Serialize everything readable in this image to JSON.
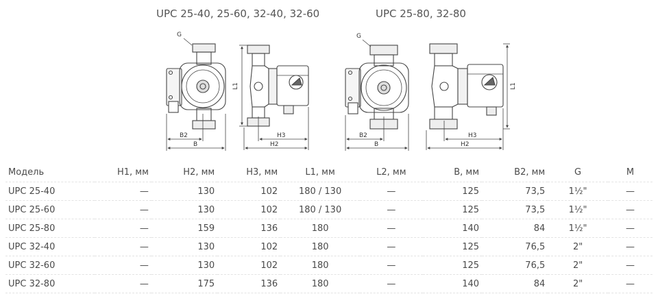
{
  "captions": {
    "left": "UPC 25-40, 25-60, 32-40, 32-60",
    "right": "UPC 25-80, 32-80"
  },
  "drawing_labels": {
    "g": "G",
    "l1": "L1",
    "b2": "B2",
    "b": "B",
    "h3": "H3",
    "h2": "H2"
  },
  "table": {
    "headers": [
      "Модель",
      "H1, мм",
      "H2, мм",
      "H3, мм",
      "L1, мм",
      "L2, мм",
      "B, мм",
      "B2, мм",
      "G",
      "M"
    ],
    "rows": [
      [
        "UPC 25-40",
        "—",
        "130",
        "102",
        "180 / 130",
        "—",
        "125",
        "73,5",
        "1½\"",
        "—"
      ],
      [
        "UPC 25-60",
        "—",
        "130",
        "102",
        "180 / 130",
        "—",
        "125",
        "73,5",
        "1½\"",
        "—"
      ],
      [
        "UPC 25-80",
        "—",
        "159",
        "136",
        "180",
        "—",
        "140",
        "84",
        "1½\"",
        "—"
      ],
      [
        "UPC 32-40",
        "—",
        "130",
        "102",
        "180",
        "—",
        "125",
        "76,5",
        "2\"",
        "—"
      ],
      [
        "UPC 32-60",
        "—",
        "130",
        "102",
        "180",
        "—",
        "125",
        "76,5",
        "2\"",
        "—"
      ],
      [
        "UPC 32-80",
        "—",
        "175",
        "136",
        "180",
        "—",
        "140",
        "84",
        "2\"",
        "—"
      ]
    ]
  }
}
